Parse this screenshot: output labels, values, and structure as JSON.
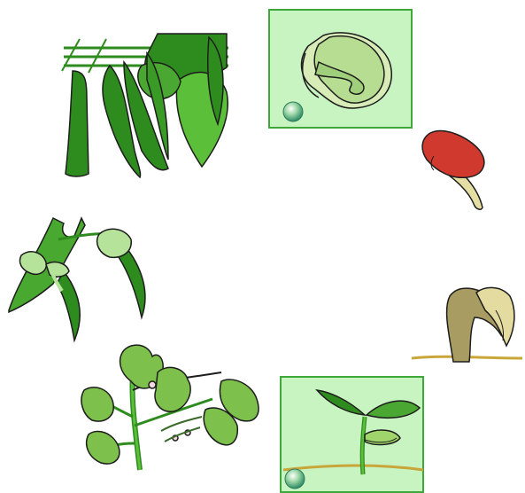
{
  "diagram": {
    "stages": [
      {
        "id": "seed-cross-section",
        "icon": "bean-seed-cross-section-icon",
        "highlighted": true,
        "has_globe_marker": true
      },
      {
        "id": "germinating-seed",
        "icon": "germinating-bean-icon",
        "highlighted": false
      },
      {
        "id": "emerging-shoot",
        "icon": "emerging-shoot-icon",
        "highlighted": false
      },
      {
        "id": "seedling",
        "icon": "bean-seedling-icon",
        "highlighted": true,
        "has_globe_marker": true
      },
      {
        "id": "flowering-plant",
        "icon": "flowering-bean-plant-icon",
        "highlighted": false
      },
      {
        "id": "flowers-and-young-pods",
        "icon": "bean-flowers-pods-icon",
        "highlighted": false
      },
      {
        "id": "mature-pods",
        "icon": "mature-bean-pods-icon",
        "highlighted": false
      }
    ],
    "colors": {
      "card_fill": "#c8f4c2",
      "card_border": "#3fa83a",
      "leaf_dark": "#2e8b1e",
      "leaf_light": "#5bbf3a",
      "seed_red": "#d03a2e",
      "stem_tan": "#c9b970",
      "soil_line": "#c9a63a",
      "outline": "#1d1d1d"
    }
  }
}
